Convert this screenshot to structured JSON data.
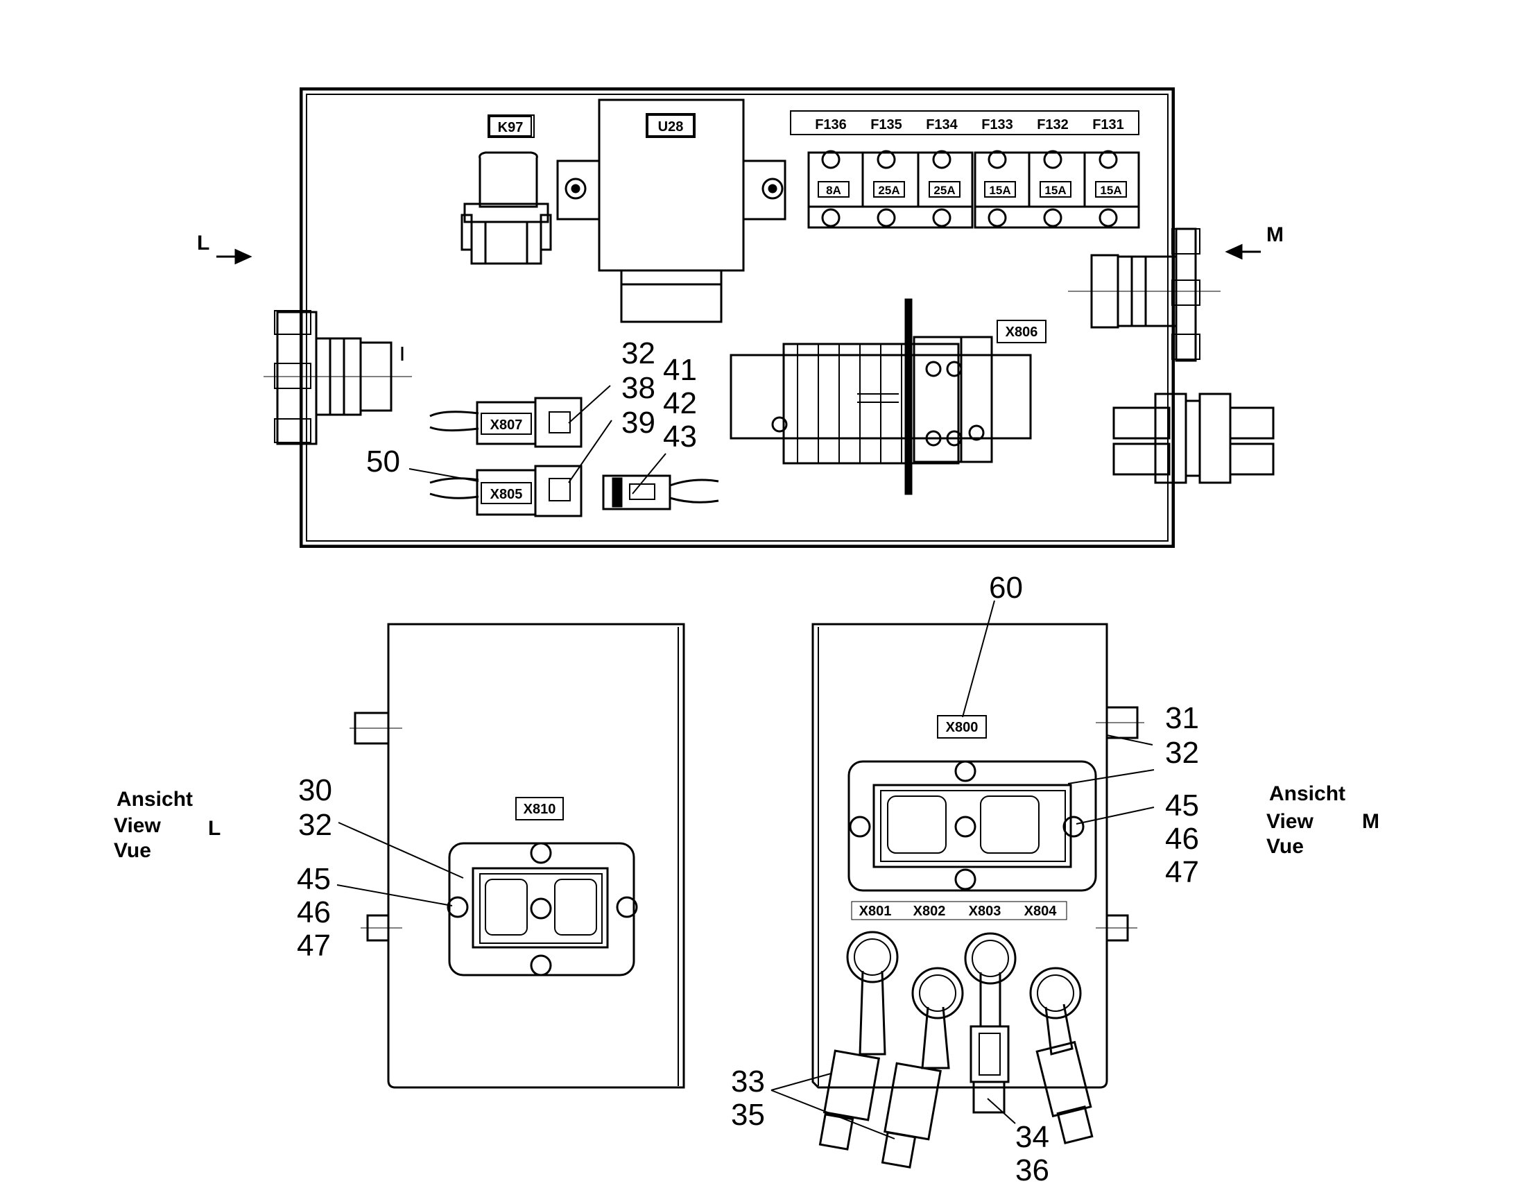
{
  "main_box": {
    "relay_label": "K97",
    "control_unit_label": "U28",
    "fuses": [
      {
        "id": "F136",
        "rating": "8A"
      },
      {
        "id": "F135",
        "rating": "25A"
      },
      {
        "id": "F134",
        "rating": "25A"
      },
      {
        "id": "F133",
        "rating": "15A"
      },
      {
        "id": "F132",
        "rating": "15A"
      },
      {
        "id": "F131",
        "rating": "15A"
      }
    ],
    "terminal_block_label": "X806",
    "connector_top_label": "X807",
    "connector_bottom_label": "X805",
    "arrow_left_label": "L",
    "arrow_right_label": "M",
    "callouts": {
      "c32": "32",
      "c38": "38",
      "c39": "39",
      "c41": "41",
      "c42": "42",
      "c43": "43",
      "c50": "50"
    }
  },
  "view_l": {
    "caption_line1": "Ansicht",
    "caption_line2": "View",
    "caption_letter": "L",
    "caption_line3": "Vue",
    "connector_label": "X810",
    "callouts": {
      "c30": "30",
      "c32": "32",
      "c45": "45",
      "c46": "46",
      "c47": "47"
    }
  },
  "view_m": {
    "caption_line1": "Ansicht",
    "caption_line2": "View",
    "caption_letter": "M",
    "caption_line3": "Vue",
    "connector_label": "X800",
    "sub_connectors": [
      "X801",
      "X802",
      "X803",
      "X804"
    ],
    "callouts": {
      "c60": "60",
      "c31": "31",
      "c32": "32",
      "c45": "45",
      "c46": "46",
      "c47": "47",
      "c33": "33",
      "c35": "35",
      "c34": "34",
      "c36": "36"
    }
  }
}
